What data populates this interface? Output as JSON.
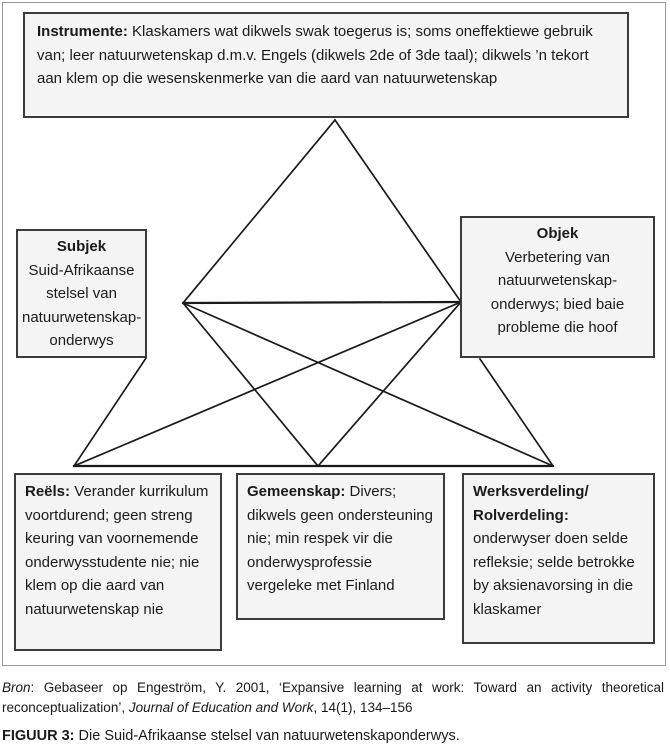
{
  "figure": {
    "nodes": {
      "instrumente": {
        "title": "Instrumente:",
        "body": " Klaskamers wat dikwels swak toegerus is; soms oneffektiewe gebruik van; leer natuurwetenskap d.m.v. Engels (dikwels 2de of 3de taal); dikwels ’n tekort aan klem op die wesenskenmerke van die aard van natuurwetenskap"
      },
      "subjek": {
        "title": "Subjek",
        "body": "Suid-Afrikaanse stelsel van natuurwetenskap-onderwys"
      },
      "objek": {
        "title": "Objek",
        "body": "Verbetering van natuurwetenskap-onderwys; bied baie probleme die hoof"
      },
      "reels": {
        "title": "Reëls:",
        "body": " Verander kurrikulum voortdurend; geen streng keuring van voornemende onderwysstudente nie; nie klem op die aard van natuurwetenskap nie"
      },
      "gemeenskap": {
        "title": "Gemeenskap:",
        "body": " Divers; dikwels geen ondersteuning nie; min respek vir die onderwysprofessie vergeleke met Finland"
      },
      "werksverdeling": {
        "title": "Werksverdeling/ Rolverdeling:",
        "body": " onderwyser doen selde refleksie; selde betrokke by aksienavorsing in die klaskamer"
      }
    },
    "source": {
      "label": "Bron",
      "text_1": ": Gebaseer op Engeström, Y. 2001, ‘Expansive learning at work: Toward an activity theoretical reconceptualization’, ",
      "journal": "Journal of Education and Work",
      "text_2": ", 14(1), 134–156"
    },
    "caption": {
      "label": "FIGUUR 3:",
      "text": " Die Suid-Afrikaanse stelsel van natuurwetenskaponderwys."
    },
    "colors": {
      "box_fill": "#f4f4f4",
      "box_border": "#3b3b3b",
      "frame_border": "#9a9a9a",
      "connector": "#1a1a1a",
      "text": "#1a1a1a"
    }
  }
}
